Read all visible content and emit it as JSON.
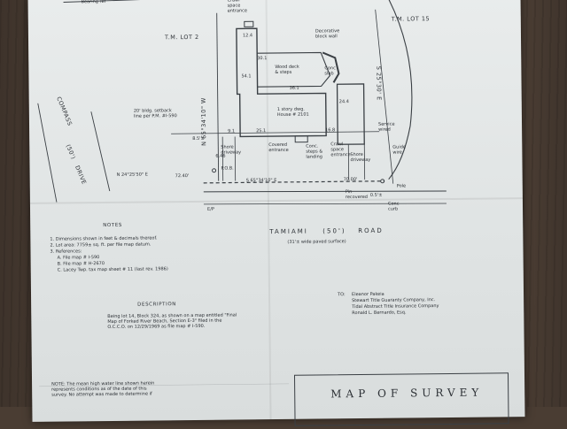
{
  "labels": {
    "crawl_space_entrance_top": "Crawl\nspace\nentrance",
    "bearing_ref": "Bearing ref",
    "lot_ref_top": "T.M. LOT 2",
    "lot_ref_right": "T.M. LOT 15",
    "dim_12_4": "12.4",
    "decorative_block_wall": "Decorative\nblock wall",
    "wood_deck": "Wood deck\n& steps",
    "conc_slab": "Conc\nslab",
    "dim_36_1": "36.1",
    "dim_30_1": "30.1",
    "dim_54_1": "54.1",
    "dim_24_4": "24.4",
    "bearing_w": "N 65°34'10\" W",
    "bearing_e": "S 25°30' E",
    "setback_note": "20' bldg. setback\nline per P.M. #I-590",
    "house_desc": "1 story dwg.\nHouse # 2101",
    "service_wired": "Service\nwired",
    "dim_9_1": "9.1",
    "dim_25_1": "25.1",
    "dim_16_8": "16.8",
    "dim_8_5": "8.5'±",
    "covered_entrance": "Covered\nentrance",
    "conc_steps": "Conc.\nsteps &\nlanding",
    "crawl_space_entrance_mid": "Crawl\nspace\nentrance",
    "shore_driveway_left": "Shore\ndriveway",
    "shore_driveway_right": "Shore\ndriveway",
    "guide_wire": "Guide\nwire",
    "dim_6_46": "6.46",
    "pob": "P.O.B.",
    "compass_road": "COMPASS",
    "compass_width": "(50')",
    "compass_drive": "DRIVE",
    "bearing_south": "N 24°25'50\" E",
    "dim_72_40": "72.40'",
    "bearing_bottom": "S 65°34'10\" E",
    "dim_70_00": "70.00'",
    "pole": "Pole",
    "pin_recovered": "Pin\nrecovered",
    "dim_0_5": "0.5'±",
    "conc_curb": "Conc\ncurb",
    "ep": "E/P",
    "tamiami": "TAMIAMI",
    "tamiami_width": "(50')",
    "tamiami_road": "ROAD",
    "paved_surface": "(31'± wide paved surface)"
  },
  "notes": {
    "heading": "NOTES",
    "items": [
      "1. Dimensions shown in feet & decimals thereof.",
      "2. Lot area: 7759± sq. ft. per file map datum.",
      "3. References:",
      "A. File map # I-590",
      "B. File map # H-2670",
      "C. Lacey Twp. tax map sheet # 11 (last rev. 1986)"
    ]
  },
  "description": {
    "heading": "DESCRIPTION",
    "text": "Being lot 14, Block 324, as shown on a map entitled \"Final Map of Forked River Beach, Section E-3\" filed in the O.C.C.O. on 12/29/1969 as file map # I-590."
  },
  "recipients": {
    "label": "TO:",
    "names": [
      "Eleanor Pakeia",
      "Stewart Title Guaranty Company, Inc.",
      "Tidal Abstract Title Insurance Company",
      "Ronald L. Bernardo, Esq."
    ]
  },
  "bottom_note": "NOTE: The mean high water line shown herein\nrepresents conditions as of the date of this\nsurvey. No attempt was made to determine if",
  "title": "MAP OF SURVEY"
}
